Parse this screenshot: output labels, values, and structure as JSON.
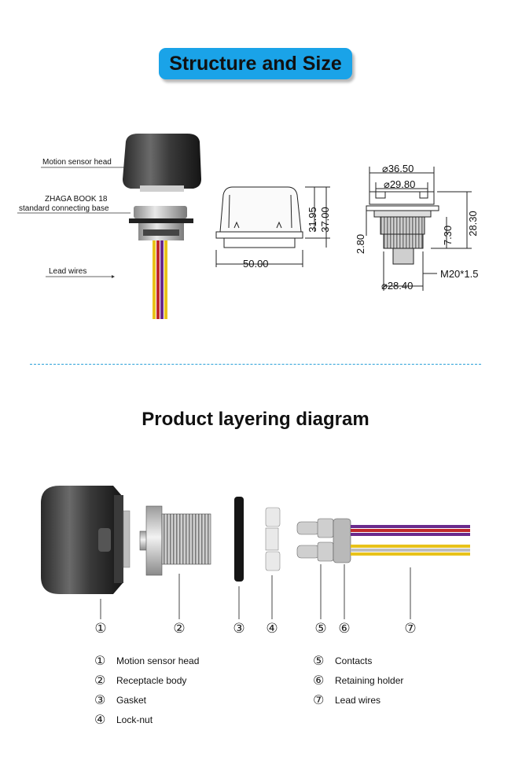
{
  "structure_title": "Structure and Size",
  "callouts": {
    "head": "Motion sensor head",
    "base_line1": "ZHAGA BOOK 18",
    "base_line2": "standard connecting base",
    "wires": "Lead wires"
  },
  "dimensions": {
    "width": "50.00",
    "head_height": "31.95",
    "total_height": "37.00",
    "d_outer": "⌀36.50",
    "d_inner": "⌀29.80",
    "base_height": "28.30",
    "thread_len": "7.30",
    "flange": "2.80",
    "thread": "M20*1.5",
    "d_thread": "⌀28.40"
  },
  "layering_title": "Product layering diagram",
  "part_numbers": [
    "①",
    "②",
    "③",
    "④",
    "⑤",
    "⑥",
    "⑦"
  ],
  "legend_left": [
    {
      "num": "①",
      "label": "Motion sensor head"
    },
    {
      "num": "②",
      "label": "Receptacle body"
    },
    {
      "num": "③",
      "label": "Gasket"
    },
    {
      "num": "④",
      "label": "Lock-nut"
    }
  ],
  "legend_right": [
    {
      "num": "⑤",
      "label": "Contacts"
    },
    {
      "num": "⑥",
      "label": "Retaining holder"
    },
    {
      "num": "⑦",
      "label": "Lead wires"
    }
  ],
  "colors": {
    "banner": "#1aa3e8",
    "divider": "#2aa0d8",
    "wire_purple": "#6a2a8c",
    "wire_red": "#c0282a",
    "wire_yellow": "#e8c21a"
  }
}
